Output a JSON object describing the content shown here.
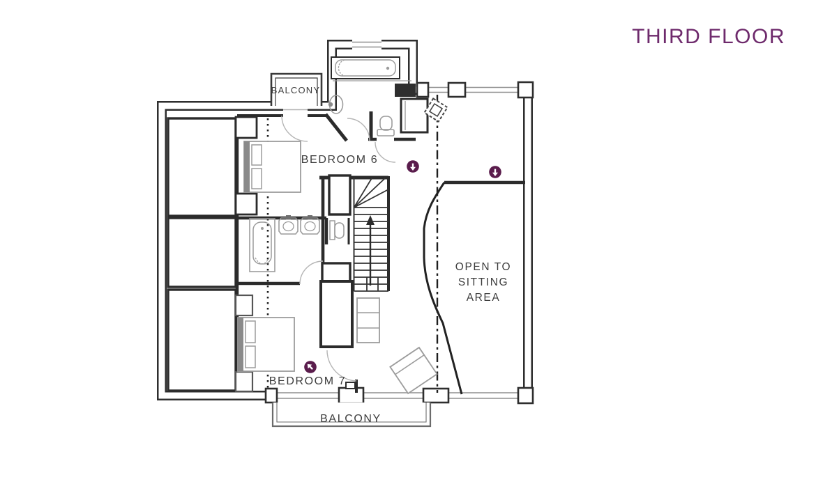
{
  "title": {
    "text": "THIRD FLOOR"
  },
  "colors": {
    "accent_purple": "#6e2a6c",
    "marker_purple": "#5a1c4c",
    "wall": "#2e2e2e",
    "furniture_gray": "#9c9c9c",
    "label_gray": "#3d3d3d"
  },
  "rooms": {
    "bedroom6": {
      "label": "BEDROOM 6"
    },
    "bedroom7": {
      "label": "BEDROOM 7"
    },
    "sitting": {
      "label": "OPEN TO SITTING AREA",
      "lines": [
        "OPEN TO",
        "SITTING",
        "AREA"
      ]
    },
    "balconyTop": {
      "label": "BALCONY"
    },
    "balconyBottom": {
      "label": "BALCONY"
    }
  },
  "markers": [
    {
      "name": "view-marker-1",
      "direction": "down"
    },
    {
      "name": "view-marker-2",
      "direction": "down"
    },
    {
      "name": "view-marker-3",
      "direction": "up-left"
    }
  ]
}
